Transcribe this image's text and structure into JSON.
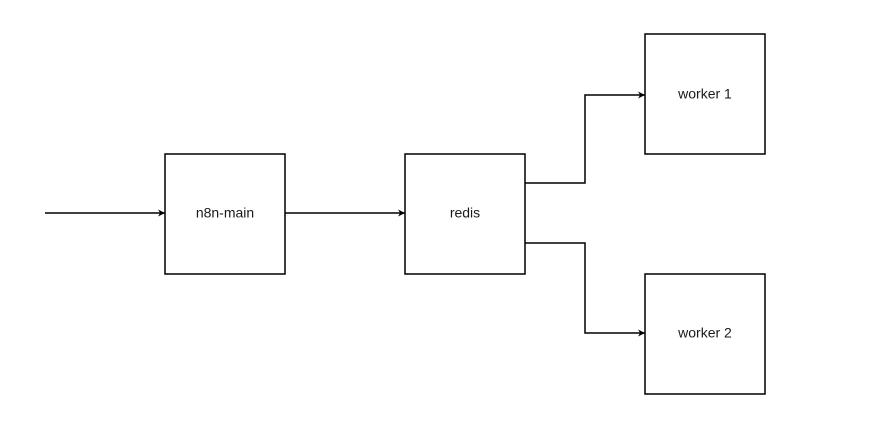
{
  "diagram": {
    "type": "flowchart",
    "colors": {
      "background": "#ffffff",
      "stroke": "#000000",
      "text": "#1a1a1a"
    },
    "nodes": [
      {
        "id": "n8n-main",
        "label": "n8n-main"
      },
      {
        "id": "redis",
        "label": "redis"
      },
      {
        "id": "worker-1",
        "label": "worker 1"
      },
      {
        "id": "worker-2",
        "label": "worker 2"
      }
    ],
    "edges": [
      {
        "from": "",
        "to": "n8n-main"
      },
      {
        "from": "n8n-main",
        "to": "redis"
      },
      {
        "from": "redis",
        "to": "worker-1"
      },
      {
        "from": "redis",
        "to": "worker-2"
      }
    ]
  }
}
